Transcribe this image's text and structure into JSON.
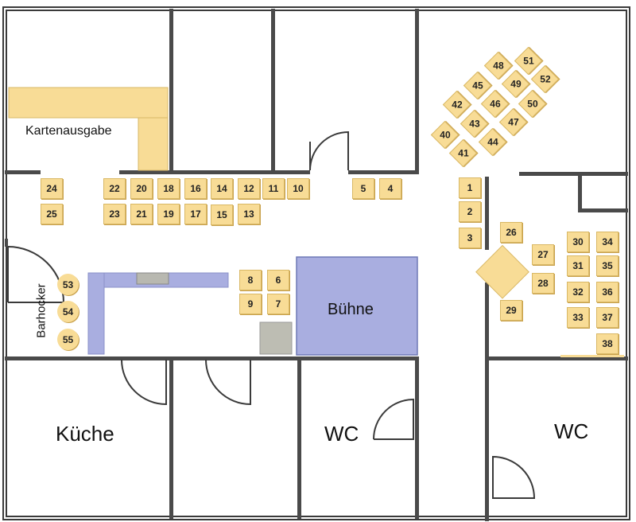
{
  "labels": {
    "kartenausgabe": "Kartenausgabe",
    "barhocker": "Barhocker",
    "buehne": "Bühne",
    "kueche": "Küche",
    "wc_left": "WC",
    "wc_right": "WC"
  },
  "colors": {
    "wall": "#3a3a3a",
    "seat_fill": "#f8dc96",
    "counter_fill": "#f8dc96",
    "bar_fill": "#a9aee0",
    "stage_fill": "#a9aee0",
    "stage_stroke": "#6f78b5",
    "equipment_fill": "#bdbdb3"
  },
  "seats_row_upper": [
    "24",
    "22",
    "20",
    "18",
    "16",
    "14",
    "12",
    "11",
    "10",
    "5",
    "4"
  ],
  "seats_row_lower": [
    "25",
    "23",
    "21",
    "19",
    "17",
    "15",
    "13"
  ],
  "seats_center": [
    "8",
    "6",
    "9",
    "7"
  ],
  "seats_column_mid": [
    "1",
    "2",
    "3"
  ],
  "seats_lounge": [
    "26",
    "27",
    "28",
    "29"
  ],
  "seats_right_block": [
    "30",
    "34",
    "31",
    "35",
    "32",
    "36",
    "33",
    "37",
    "38"
  ],
  "seats_diagonal": [
    "51",
    "48",
    "52",
    "49",
    "45",
    "50",
    "46",
    "42",
    "47",
    "43",
    "40",
    "44",
    "41"
  ],
  "bar_stools": [
    "53",
    "54",
    "55"
  ]
}
